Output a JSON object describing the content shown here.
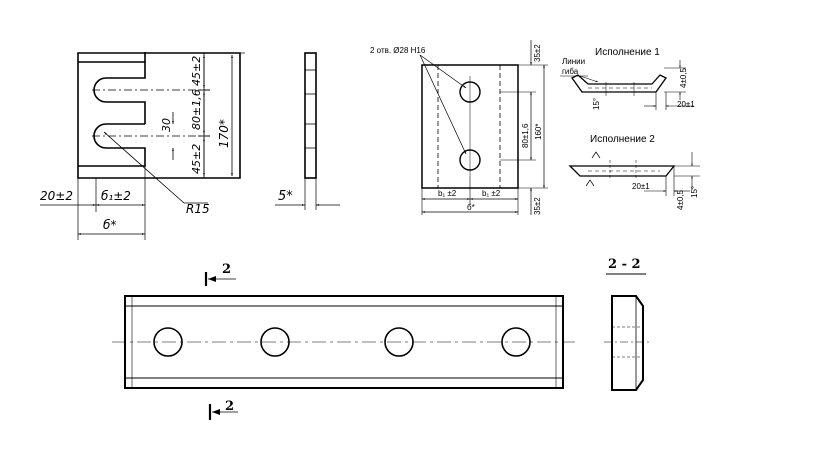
{
  "plate_a": {
    "dims": {
      "d45_top": "45±2",
      "d80": "80±1,6",
      "d170": "170*",
      "d30": "30",
      "d45_bot": "45±2",
      "d20": "20±2",
      "db1": "б₁±2",
      "db": "б*",
      "r15": "R15",
      "d5": "5*"
    }
  },
  "plate_b": {
    "holes_label": "2 отв. Ø28 Н16",
    "dims": {
      "d35_top": "35±2",
      "d80": "80±1,6",
      "d160": "160*",
      "d35_bot": "35±2",
      "db1_left": "b₁ ±2",
      "db1_right": "b₁ ±2",
      "db": "б*"
    }
  },
  "variant1": {
    "title": "Исполнение 1",
    "bend_label_1": "Линии",
    "bend_label_2": "гиба",
    "d4": "4±0,5",
    "d15": "15°",
    "d20": "20±1"
  },
  "variant2": {
    "title": "Исполнение 2",
    "d20": "20±1",
    "d4": "4±0,5",
    "d15": "15°"
  },
  "bottom": {
    "section_mark_top": "2",
    "section_mark_bottom": "2",
    "section_title": "2 - 2"
  }
}
